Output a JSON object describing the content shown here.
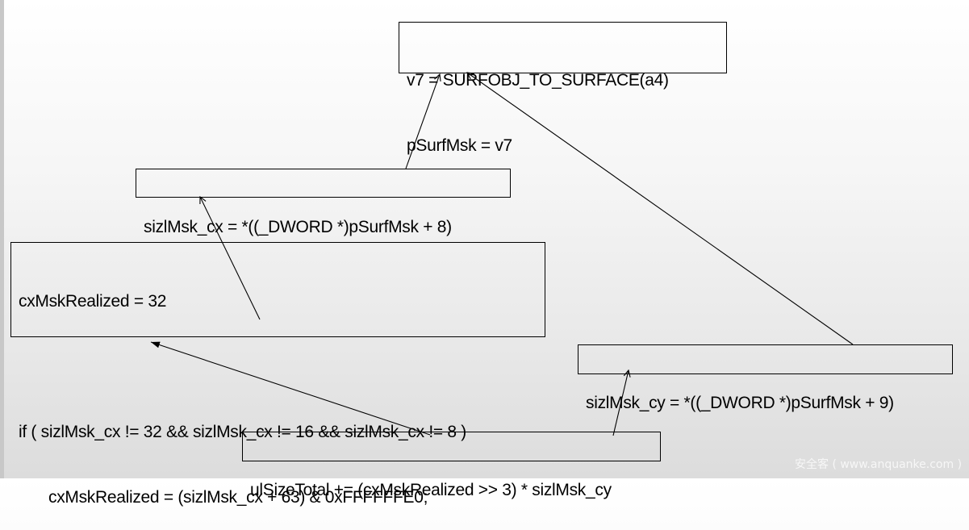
{
  "nodes": {
    "surface": {
      "lines": [
        "v7 = SURFOBJ_TO_SURFACE(a4)",
        "pSurfMsk = v7"
      ]
    },
    "sizl_cx": {
      "text": "sizlMsk_cx = *((_DWORD *)pSurfMsk + 8)"
    },
    "cx_realized": {
      "line1": "cxMskRealized = 32",
      "line2": "if ( sizlMsk_cx != 32 && sizlMsk_cx != 16 && sizlMsk_cx != 8 )",
      "line3": "cxMskRealized = (sizlMsk_cx + 63) & 0xFFFFFFE0;"
    },
    "sizl_cy": {
      "text": "sizlMsk_cy = *((_DWORD *)pSurfMsk + 9)"
    },
    "size_total": {
      "text": "ulSizeTotal += (cxMskRealized >> 3) * sizlMsk_cy"
    }
  },
  "edges": [
    {
      "from": "sizl_cx",
      "to": "surface",
      "arrowhead": "open"
    },
    {
      "from": "sizl_cy",
      "to": "surface",
      "arrowhead": "open"
    },
    {
      "from": "cx_realized",
      "to": "sizl_cx",
      "arrowhead": "open"
    },
    {
      "from": "size_total",
      "to": "cx_realized",
      "arrowhead": "filled"
    },
    {
      "from": "size_total",
      "to": "sizl_cy",
      "arrowhead": "open"
    }
  ],
  "watermark": "安全客 ( www.anquanke.com )",
  "colors": {
    "line": "#000000",
    "watermark": "#f7f7f7"
  }
}
